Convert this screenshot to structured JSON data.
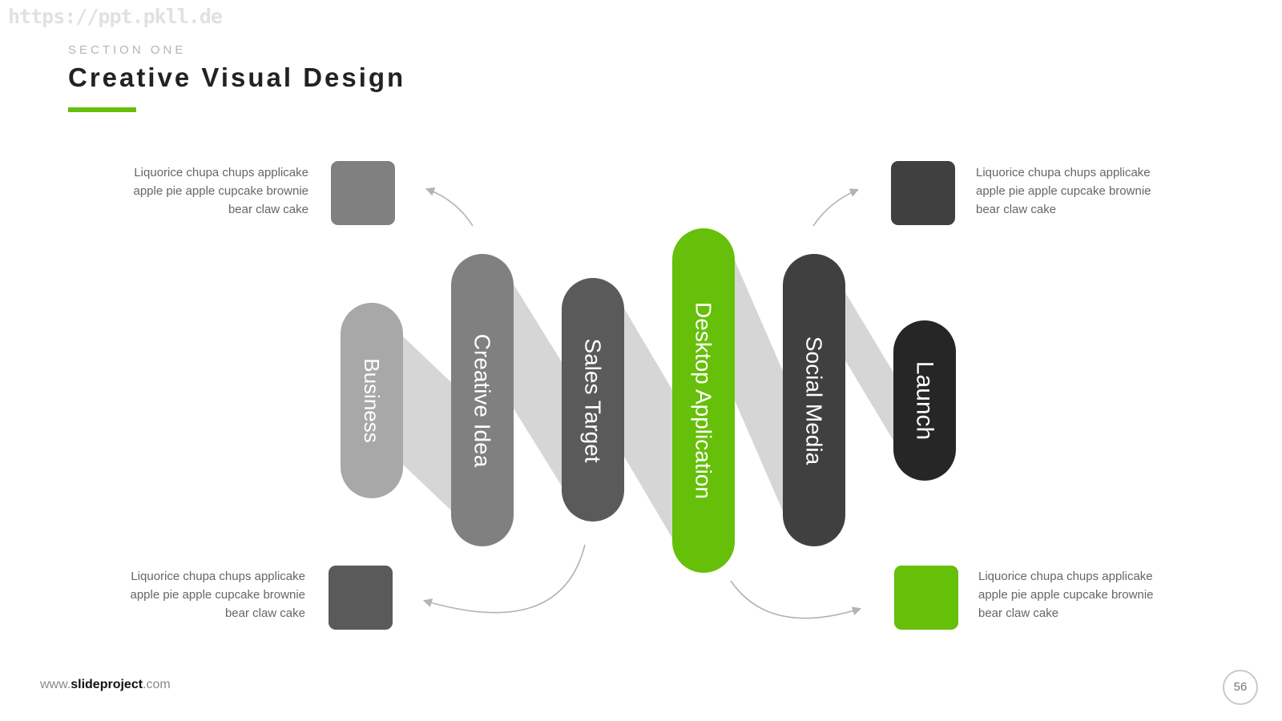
{
  "watermark": "https://ppt.pkll.de",
  "header": {
    "section": "SECTION ONE",
    "title": "Creative Visual Design"
  },
  "colors": {
    "accent": "#66bf08",
    "connector": "#d6d6d6",
    "arrow": "#b3b3b3"
  },
  "pills": [
    {
      "label": "Business",
      "color": "#a8a8a8"
    },
    {
      "label": "Creative Idea",
      "color": "#808080"
    },
    {
      "label": "Sales Target",
      "color": "#5a5a5a"
    },
    {
      "label": "Desktop Application",
      "color": "#66bf08"
    },
    {
      "label": "Social Media",
      "color": "#404040"
    },
    {
      "label": "Launch",
      "color": "#262626"
    }
  ],
  "notes": [
    {
      "text": "Liquorice chupa chups applicake apple pie apple cupcake brownie bear claw  cake",
      "color": "#808080"
    },
    {
      "text": "Liquorice chupa chups applicake apple pie apple cupcake brownie bear claw  cake",
      "color": "#404040"
    },
    {
      "text": "Liquorice chupa chups applicake apple pie apple cupcake brownie bear claw  cake",
      "color": "#5a5a5a"
    },
    {
      "text": "Liquorice chupa chups applicake apple pie apple cupcake brownie bear claw  cake",
      "color": "#66bf08"
    }
  ],
  "footer": {
    "url_prefix": "www.",
    "url_brand": "slideproject",
    "url_suffix": ".com",
    "page_number": "56"
  }
}
